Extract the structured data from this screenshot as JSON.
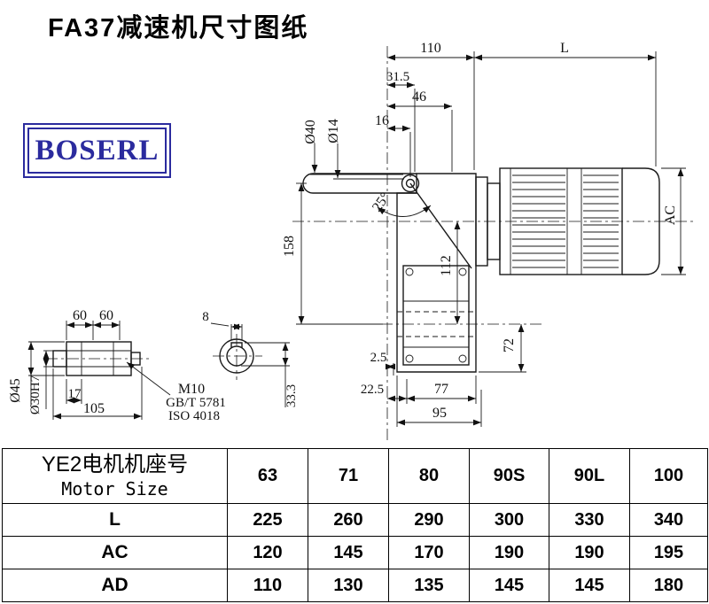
{
  "title": "FA37减速机尺寸图纸",
  "logo": "BOSERL",
  "main_view": {
    "top_width": "110",
    "motor_length": "L",
    "d31_5": "31.5",
    "d46": "46",
    "d16": "16",
    "dia40": "Ø40",
    "dia14": "Ø14",
    "angle25": "25°",
    "d158": "158",
    "d112": "112",
    "ac": "AC",
    "d72": "72",
    "d2_5": "2.5",
    "d22_5": "22.5",
    "d77": "77",
    "d95": "95"
  },
  "shaft_view": {
    "d60_left": "60",
    "d60_right": "60",
    "d17": "17",
    "d105": "105",
    "dia45": "Ø45",
    "dia30": "Ø30H7",
    "thread": "M10",
    "std1": "GB/T 5781",
    "std2": "ISO 4018"
  },
  "section_view": {
    "d8": "8",
    "d33_3": "33.3"
  },
  "table": {
    "row_header_line1": "YE2电机机座号",
    "row_header_line2": "Motor Size",
    "motor_sizes": [
      "63",
      "71",
      "80",
      "90S",
      "90L",
      "100"
    ],
    "rows": [
      {
        "label": "L",
        "values": [
          "225",
          "260",
          "290",
          "300",
          "330",
          "340"
        ]
      },
      {
        "label": "AC",
        "values": [
          "120",
          "145",
          "170",
          "190",
          "190",
          "195"
        ]
      },
      {
        "label": "AD",
        "values": [
          "110",
          "130",
          "135",
          "145",
          "145",
          "180"
        ]
      }
    ]
  }
}
